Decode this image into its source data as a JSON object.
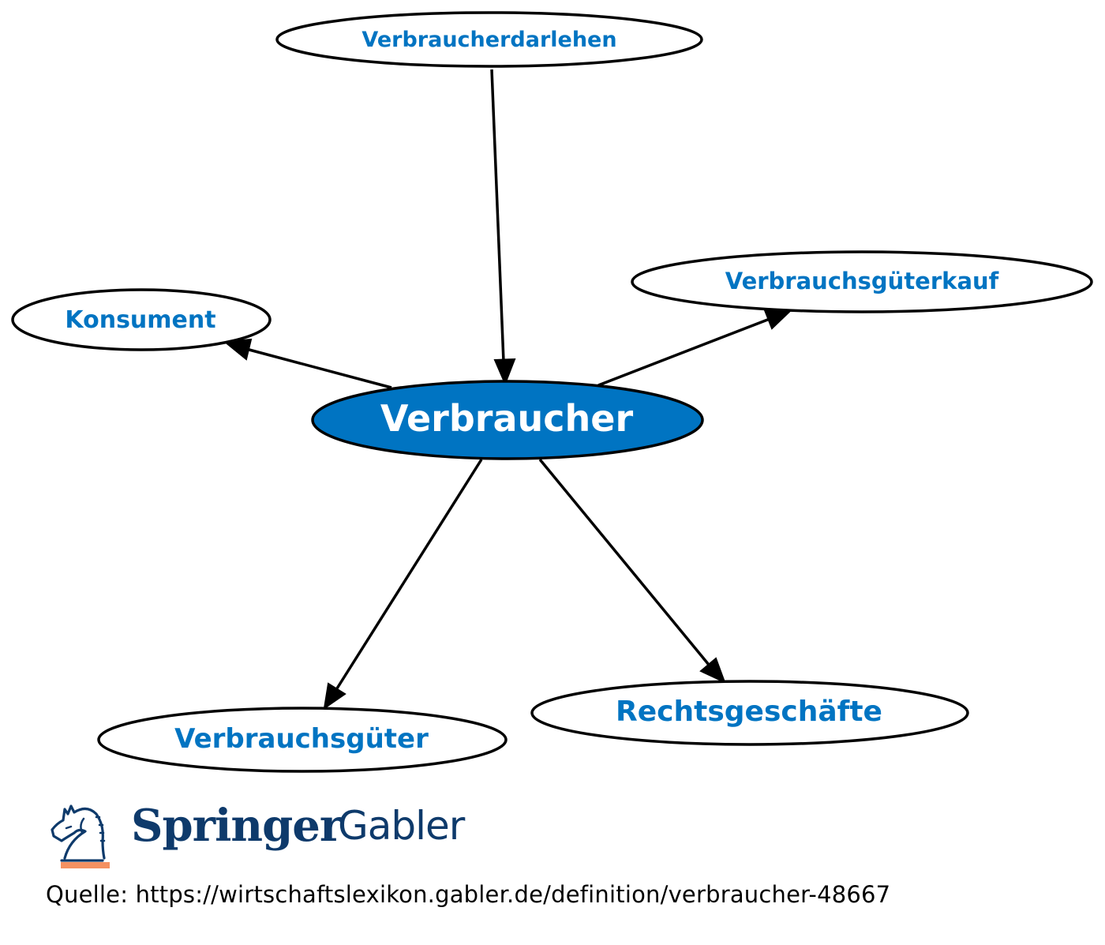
{
  "diagram": {
    "center": {
      "id": "verbraucher",
      "label": "Verbraucher",
      "fill": "#0074c2",
      "text_color": "#ffffff"
    },
    "nodes": [
      {
        "id": "verbraucherdarlehen",
        "label": "Verbraucherdarlehen"
      },
      {
        "id": "konsument",
        "label": "Konsument"
      },
      {
        "id": "verbrauchsgueterkauf",
        "label": "Verbrauchsgüterkauf"
      },
      {
        "id": "verbrauchsgueter",
        "label": "Verbrauchsgüter"
      },
      {
        "id": "rechtsgeschaefte",
        "label": "Rechtsgeschäfte"
      }
    ],
    "edges": [
      {
        "from": "verbraucherdarlehen",
        "to": "verbraucher"
      },
      {
        "from": "verbraucher",
        "to": "konsument"
      },
      {
        "from": "verbraucher",
        "to": "verbrauchsgueterkauf"
      },
      {
        "from": "verbraucher",
        "to": "verbrauchsgueter"
      },
      {
        "from": "verbraucher",
        "to": "rechtsgeschaefte"
      }
    ],
    "node_text_color": "#0074c2",
    "node_fill": "#ffffff",
    "stroke_color": "#000000"
  },
  "logo": {
    "brand": "Springer",
    "imprint": "Gabler",
    "brand_color": "#0e3a6b",
    "accent_color": "#f59161"
  },
  "footer": {
    "source": "Quelle: https://wirtschaftslexikon.gabler.de/definition/verbraucher-48667"
  }
}
